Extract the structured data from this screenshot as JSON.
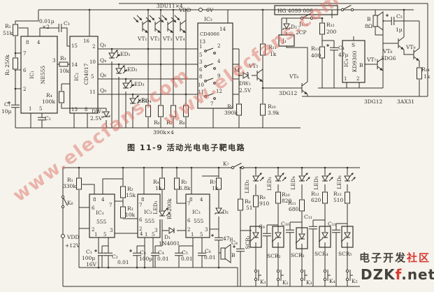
{
  "title": "图 11-9  活动光电电子靶电路",
  "watermark": "www.elecfans.com",
  "logo": {
    "community": "电子开发",
    "community_accent": "社区",
    "site_a": "DZK",
    "site_b": "f",
    "site_c": ".net"
  },
  "colors": {
    "ink": "#35302a",
    "paper": "#f5f3ec",
    "watermark": "#e0756b",
    "logo_red": "#d93a32",
    "logo_dark": "#45413c"
  },
  "n": {
    "1": "1",
    "2": "2",
    "3": "3",
    "4": "4",
    "5": "5",
    "6": "6",
    "7": "7",
    "8": "8",
    "9": "9",
    "10": "10",
    "11": "11",
    "12": "12",
    "13": "13",
    "14": "14",
    "15": "15",
    "16": "16"
  },
  "t": {
    "vdd": "VDD",
    "v6": "6V",
    "du": "3DU11×4",
    "r1": "R₁",
    "r1v": "51k",
    "r2": "R₂ 250k",
    "r3": "R₃",
    "r3v": "10k",
    "r4": "R₄",
    "r4v": "100k",
    "c1": "C₁",
    "c1v": "10µ",
    "c2": "C₂",
    "c3": "C₃",
    "cn1": "0.01µ",
    "cn2": "×2",
    "ic1": "IC₁",
    "ic1n": "NE555",
    "ic2": "IC₂",
    "ic2n": "CD4017",
    "q1": "Q₁",
    "q4": "Q₄",
    "q6": "Q₆",
    "q9": "Q₉",
    "led1": "LED₁",
    "led2": "LED₂",
    "led3": "LED₃",
    "led4": "LED₄",
    "dw1": "DW₁",
    "v25": "2.5V",
    "dw2": "DW₂",
    "r5": "R₅",
    "r6": "R₆",
    "r7": "R₇",
    "r8": "R₈",
    "rnote": "390k×4",
    "vt1": "VT₁",
    "vt2": "VT₂",
    "vt3": "VT₃",
    "vt4": "VT₄",
    "ic3": "IC₃",
    "ic3n": "CD4066",
    "m": "M",
    "vt5": "VT₅",
    "r9": "R₉",
    "r9v": "390k",
    "r10": "R₁₀",
    "r10v": "3.9k",
    "r11": "R₁₁",
    "r11v": "1k",
    "vt6": "VT₆",
    "dg12": "3DG12",
    "hg": "HG 4099 006",
    "j11": "J₁₋₁",
    "j1": "J₁",
    "d2": "D₂",
    "d2t": "2CP",
    "r12": "R₁₂",
    "r12v": "200",
    "r13": "R₁₃",
    "r13v": "400",
    "c4": "C₄",
    "c4v": "47µ",
    "ic4": "IC₄",
    "ic4n": "KD9300",
    "s": "S",
    "b": "B",
    "spk": "8Ω",
    "c5": "C₅",
    "c5v": "1µ",
    "vt7": "VT₇",
    "vt8": "VT₈",
    "vt8t": "3DG6",
    "vt9": "VT₉",
    "vt9t": "3AX31",
    "r14": "R₁₄",
    "r14v": "1k"
  },
  "b": {
    "r1": "R₁",
    "r1v": "330k",
    "k6": "K₆",
    "vdd": "VDD",
    "v12": "+12V",
    "ic1": "IC₁",
    "n555": "555",
    "ic2": "IC₂",
    "ic3": "IC₃",
    "r2": "R₂",
    "r2v": "15k",
    "r3": "R₃",
    "r3v": "10k",
    "r4": "R₄",
    "r4v": "1k",
    "r5": "R₅",
    "r5v": "6.8k",
    "led1": "LED₁",
    "r6": "R₆ 200k",
    "d1": "D₁",
    "d1t": "1N4001",
    "r7": "R₇",
    "r7v": "1k",
    "d2": "D₂",
    "c7v": "47µ",
    "c1": "C₁",
    "c1v": "100µ",
    "c1u": "16V",
    "c2": "C₂",
    "c3": "C₃",
    "c3v": "100µ",
    "c4": "C₄",
    "c5": "C₅",
    "c6": "C₆",
    "v001": "0.01",
    "spk": "B",
    "k7": "K₇",
    "led2": "LED₂",
    "led3": "LED₃",
    "led4": "LED₄",
    "led5": "LED₅",
    "led6": "LED₆",
    "r8": "R₈",
    "r8v": "51",
    "r9": "R₉",
    "r9v": "910",
    "r10": "R₁₀",
    "r10v": "820",
    "r11": "R₁₁",
    "r11v": "680",
    "r12": "R₁₂",
    "r12v": "620",
    "r13": "R₁₃",
    "r13v": "510",
    "c8": "C₈",
    "c9": "C₉",
    "c10": "C₁₀",
    "c11": "C₁₁",
    "c12": "C₁₂",
    "scr1": "SCR₁",
    "scr2": "SCR₂",
    "scr3": "SCR₃",
    "scr4": "SCR₄",
    "scr5": "SCR₅",
    "k1": "K₁",
    "k2": "K₂",
    "k3": "K₃",
    "k4": "K₄",
    "k5": "K₅"
  }
}
